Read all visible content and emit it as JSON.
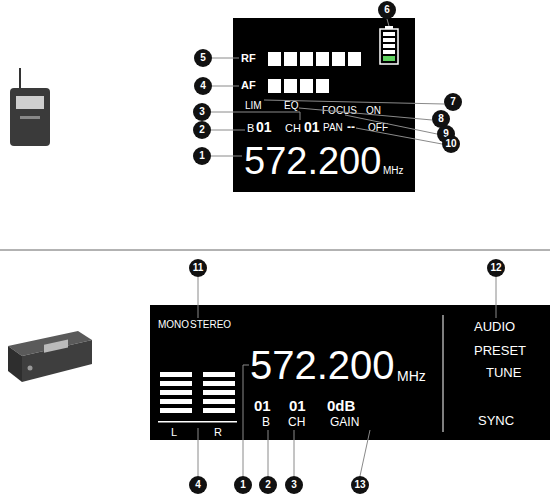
{
  "diagram": {
    "nodes": [
      {
        "text": [
          "RF",
          "AF",
          "LIM",
          "EQ",
          "FOCUS",
          "ON",
          "B",
          "01",
          "CH",
          "01",
          "PAN",
          "--",
          "OFF",
          "572.200",
          "MHz"
        ]
      },
      {
        "text": [
          "MONO",
          "STEREO",
          "572.200",
          "MHz",
          "L",
          "R",
          "01",
          "01",
          "0dB",
          "B",
          "CH",
          "GAIN",
          "AUDIO",
          "PRESET",
          "TUNE",
          "SYNC"
        ]
      }
    ],
    "labels": [
      "6",
      "5",
      "4",
      "7",
      "8",
      "3",
      "9",
      "2",
      "10",
      "1",
      "11",
      "12",
      "4",
      "1",
      "2",
      "3",
      "13"
    ]
  }
}
